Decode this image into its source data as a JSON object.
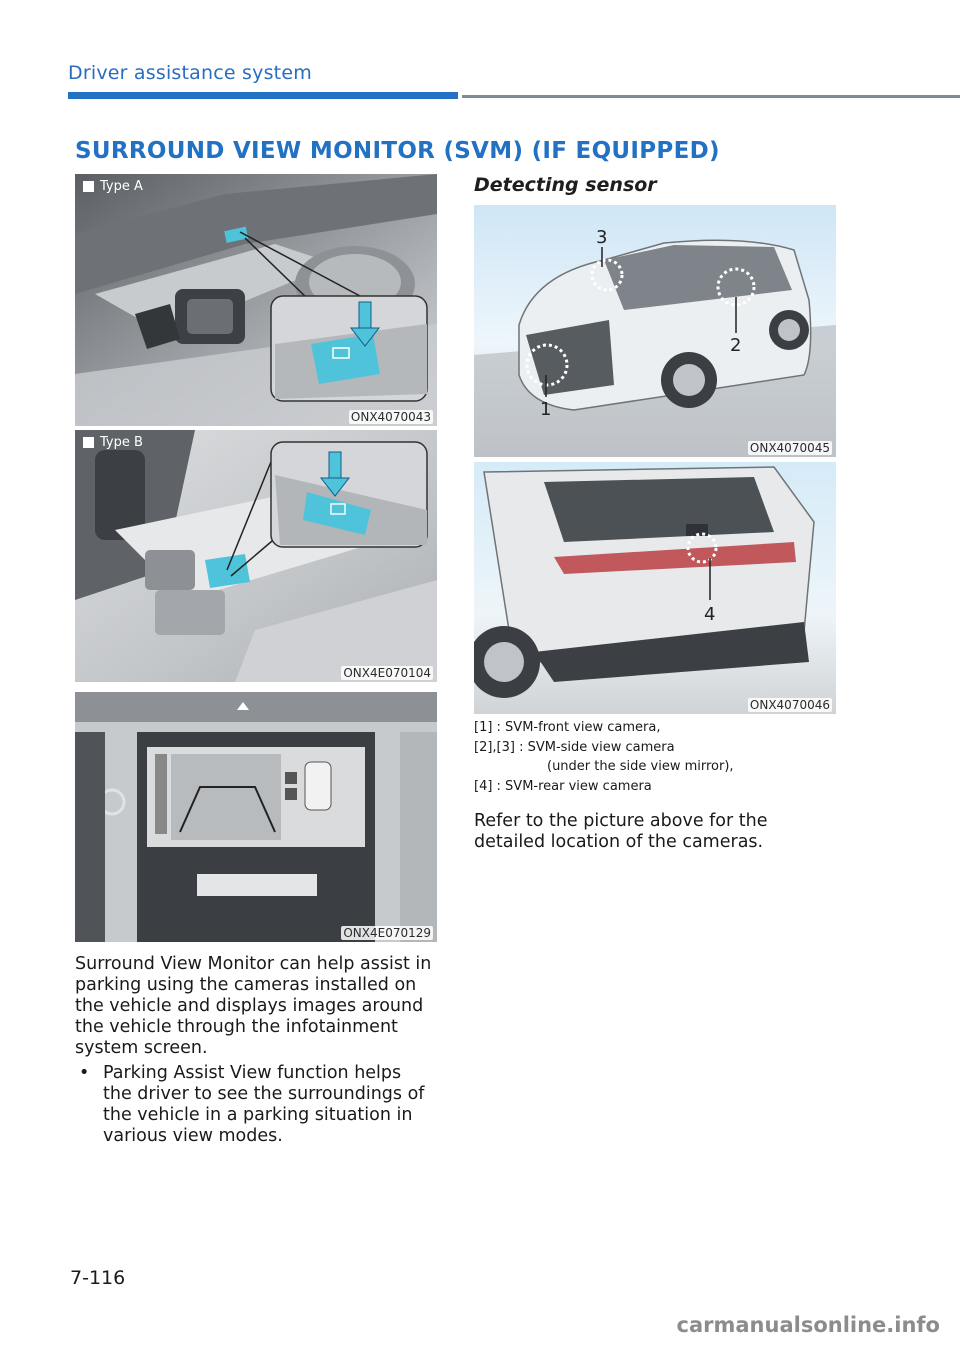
{
  "header": {
    "section": "Driver assistance system"
  },
  "section_title": "SURROUND VIEW MONITOR (SVM) (IF EQUIPPED)",
  "figures": {
    "type_a": {
      "label": "Type A",
      "code": "ONX4070043"
    },
    "type_b": {
      "label": "Type B",
      "code": "ONX4E070104"
    },
    "screen": {
      "code": "ONX4E070129"
    },
    "front": {
      "code": "ONX4070045",
      "callouts": [
        "1",
        "2",
        "3"
      ]
    },
    "rear": {
      "code": "ONX4070046",
      "callouts": [
        "4"
      ]
    }
  },
  "left_text": {
    "para1": [
      "Surround View Monitor can help assist in",
      "parking using the cameras installed on",
      "the vehicle and displays images around",
      "the vehicle through the infotainment",
      "system screen."
    ],
    "bullet_mark": "•",
    "bullet1": [
      "Parking Assist View function helps",
      "the driver to see the surroundings of",
      "the vehicle in a parking situation in",
      "various view modes."
    ]
  },
  "right": {
    "subheading": "Detecting sensor",
    "cameras": [
      "[1] : SVM-front view camera,",
      "[2],[3] : SVM-side view camera",
      "(under the side view mirror),",
      "[4] : SVM-rear view camera"
    ],
    "para": [
      "Refer to the picture above for the",
      "detailed location of the cameras."
    ]
  },
  "footer": {
    "page_number": "7-116",
    "watermark": "carmanualsonline.info"
  },
  "colors": {
    "accent_blue": "#2271c3",
    "button_cyan": "#4fc3d9"
  }
}
